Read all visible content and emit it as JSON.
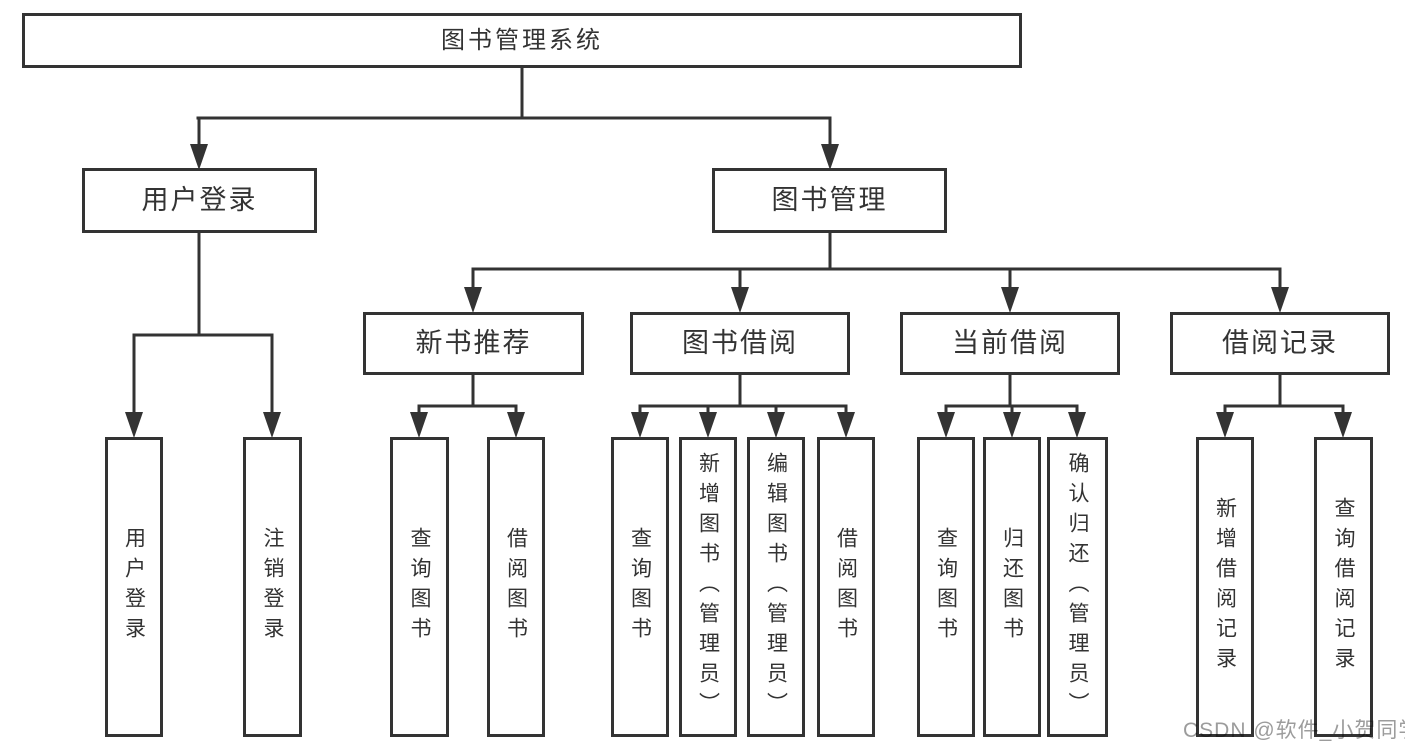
{
  "tree": {
    "root": {
      "label": "图书管理系统"
    },
    "branches": [
      {
        "label": "用户登录",
        "children": [
          "用户登录",
          "注销登录"
        ]
      },
      {
        "label": "图书管理",
        "sections": [
          {
            "label": "新书推荐",
            "children": [
              "查询图书",
              "借阅图书"
            ]
          },
          {
            "label": "图书借阅",
            "children": [
              "查询图书",
              "新增图书（管理员）",
              "编辑图书（管理员）",
              "借阅图书"
            ]
          },
          {
            "label": "当前借阅",
            "children": [
              "查询图书",
              "归还图书",
              "确认归还（管理员）"
            ]
          },
          {
            "label": "借阅记录",
            "children": [
              "新增借阅记录",
              "查询借阅记录"
            ]
          }
        ]
      }
    ]
  },
  "watermark": "CSDN @软件_小贺同学",
  "colors": {
    "line": "#333333",
    "text": "#333333",
    "background": "#ffffff",
    "watermark": "#9c9c9c"
  }
}
